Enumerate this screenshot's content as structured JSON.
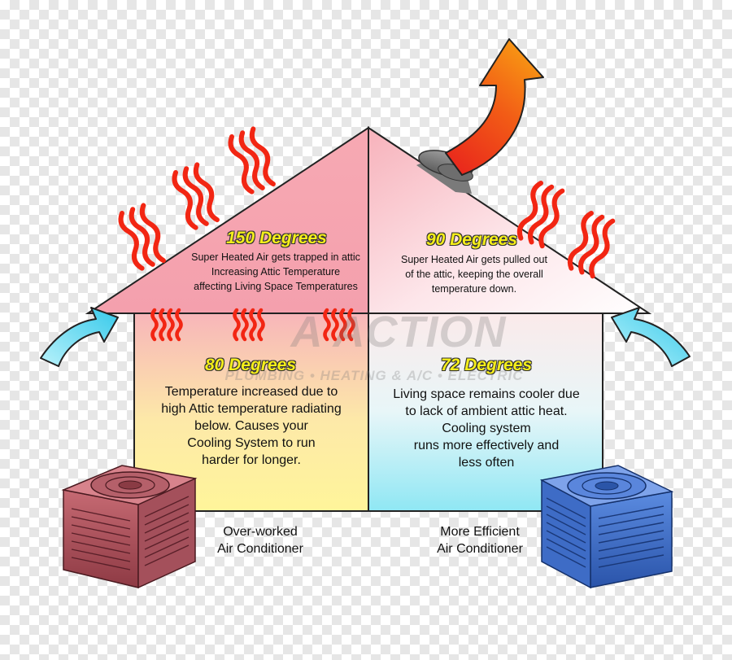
{
  "watermark": {
    "brand": "A ACTION",
    "tagline": "PLUMBING • HEATING & A/C • ELECTRIC"
  },
  "attic_left": {
    "temperature": "150 Degrees",
    "lines": [
      "Super Heated Air gets trapped in attic",
      "Increasing Attic Temperature",
      "affecting Living Space Temperatures"
    ]
  },
  "attic_right": {
    "temperature": "90 Degrees",
    "lines": [
      "Super Heated Air gets pulled out",
      "of the attic, keeping the overall",
      "temperature down."
    ]
  },
  "room_left": {
    "temperature": "80 Degrees",
    "lines": [
      "Temperature increased due to",
      "high Attic temperature radiating",
      "below. Causes your",
      "Cooling System to run",
      "harder for longer."
    ]
  },
  "room_right": {
    "temperature": "72 Degrees",
    "lines": [
      "Living space remains cooler due",
      "to lack of ambient attic heat.",
      "Cooling system",
      "runs more effectively and",
      "less often"
    ]
  },
  "unit_left": {
    "lines": [
      "Over-worked",
      "Air Conditioner"
    ],
    "color": "#b0505c"
  },
  "unit_right": {
    "lines": [
      "More Efficient",
      "Air Conditioner"
    ],
    "color": "#3b6fd0"
  },
  "icons": [
    "heat-wave-icon",
    "exhaust-arrow-icon",
    "intake-arrow-icon",
    "roof-vent-icon",
    "air-conditioner-icon"
  ]
}
